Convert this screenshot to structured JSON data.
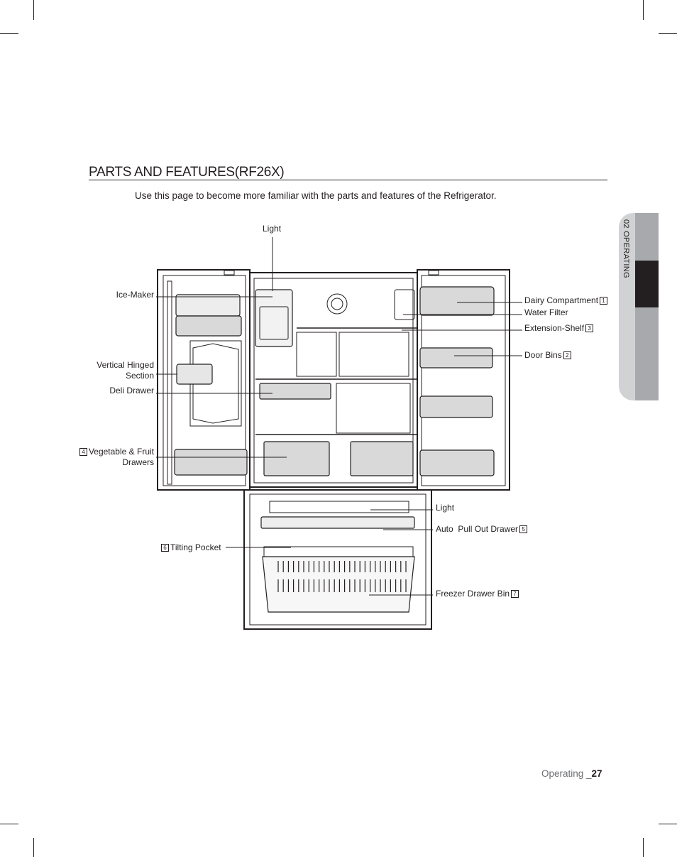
{
  "page": {
    "title": "PARTS AND FEATURES(RF26X)",
    "intro": "Use this page to become more familiar with the parts and features of the Refrigerator.",
    "side_tab": "02 OPERATING",
    "footer_label": "Operating _",
    "footer_page": "27"
  },
  "labels": {
    "light_top": "Light",
    "ice_maker": "Ice-Maker",
    "vertical_hinged_1": "Vertical Hinged",
    "vertical_hinged_2": "Section",
    "deli_drawer": "Deli Drawer",
    "veg_num": "4",
    "veg_1": "Vegetable & Fruit",
    "veg_2": "Drawers",
    "tilting_num": "6",
    "tilting": "Tilting Pocket",
    "dairy": "Dairy Compartment",
    "dairy_num": "1",
    "water_filter": "Water Filter",
    "extension_shelf": "Extension-Shelf",
    "extension_num": "3",
    "door_bins": "Door Bins",
    "door_bins_num": "2",
    "light_freezer": "Light",
    "auto_pull": "Auto  Pull Out Drawer",
    "auto_pull_num": "5",
    "freezer_bin": "Freezer Drawer Bin",
    "freezer_bin_num": "7"
  }
}
